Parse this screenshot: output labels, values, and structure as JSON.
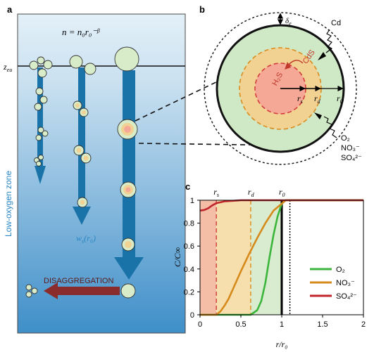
{
  "panel_a": {
    "label": "a",
    "equation": "n = n₀r₀⁻ᵝ",
    "z_label": "z",
    "z_sub": "eu",
    "zone_label": "Low-oxygen zone",
    "ws_label": "w",
    "ws_sub": "s",
    "ws_arg": "(r₀)",
    "disaggregation_label": "DISAGGREGATION",
    "colors": {
      "water_top": "#dcecf7",
      "water_bottom": "#3f8fc9",
      "arrow": "#1a73a8",
      "disagg_arrow": "#8b2c2c",
      "particle": "#d8ecc9",
      "zone_text": "#2a86c4"
    }
  },
  "panel_b": {
    "label": "b",
    "delta_label": "δ",
    "delta_sub": "e",
    "cd_label": "Cd",
    "cds_label": "CdS",
    "h2s_label": "H₂S",
    "rs_label": "r",
    "rs_sub": "s",
    "rd_label": "r",
    "rd_sub": "d",
    "r0_label": "r",
    "r0_sub": "0",
    "oxidants": [
      "O₂",
      "NO₃⁻",
      "SO₄²⁻"
    ],
    "colors": {
      "outer": "#cfe8c6",
      "middle": "#f2d292",
      "inner": "#f5a896",
      "cds": "#c0392b",
      "middle_dash": "#d98c1f",
      "inner_dash": "#d23b3b"
    }
  },
  "panel_c": {
    "label": "c",
    "chart_data": {
      "type": "line",
      "xlabel": "r/r₀",
      "ylabel": "C/C∞",
      "xlim": [
        0,
        2
      ],
      "ylim": [
        0,
        1
      ],
      "xticks": [
        "0",
        "0.5",
        "1",
        "1.5",
        "2"
      ],
      "yticks": [
        "0",
        "0.2",
        "0.4",
        "0.6",
        "0.8",
        "1"
      ],
      "xtick_values": [
        0,
        0.5,
        1,
        1.5,
        2
      ],
      "ytick_values": [
        0,
        0.2,
        0.4,
        0.6,
        0.8,
        1
      ],
      "top_labels": [
        {
          "text": "r",
          "sub": "s",
          "x": 0.2
        },
        {
          "text": "r",
          "sub": "d",
          "x": 0.62
        },
        {
          "text": "r",
          "sub": "0",
          "x": 1.0
        }
      ],
      "regions": [
        {
          "from": 0,
          "to": 0.2,
          "color": "#f3bda6"
        },
        {
          "from": 0.2,
          "to": 0.62,
          "color": "#f6dfad"
        },
        {
          "from": 0.62,
          "to": 1.0,
          "color": "#d9eccf"
        }
      ],
      "vlines": [
        {
          "x": 0.2,
          "style": "dashed",
          "color": "#d23b3b"
        },
        {
          "x": 0.62,
          "style": "dashed",
          "color": "#d98c1f"
        },
        {
          "x": 1.0,
          "style": "solid",
          "color": "#000000"
        },
        {
          "x": 1.1,
          "style": "dotted",
          "color": "#000000"
        }
      ],
      "legend_position": "lower-right",
      "series": [
        {
          "name": "O₂",
          "color": "#3cb53c",
          "x": [
            0,
            0.62,
            0.7,
            0.75,
            0.8,
            0.85,
            0.9,
            0.95,
            1.0,
            1.05,
            1.1,
            2.0
          ],
          "y": [
            0,
            0,
            0.04,
            0.12,
            0.28,
            0.5,
            0.7,
            0.86,
            0.97,
            1.0,
            1.0,
            1.0
          ]
        },
        {
          "name": "NO₃⁻",
          "color": "#d68a1c",
          "x": [
            0,
            0.2,
            0.25,
            0.3,
            0.35,
            0.4,
            0.5,
            0.6,
            0.7,
            0.8,
            0.9,
            1.0,
            1.05,
            2.0
          ],
          "y": [
            0,
            0,
            0.03,
            0.08,
            0.14,
            0.22,
            0.38,
            0.53,
            0.67,
            0.8,
            0.91,
            0.97,
            1.0,
            1.0
          ]
        },
        {
          "name": "SO₄²⁻",
          "color": "#c0262c",
          "x": [
            0,
            0.05,
            0.1,
            0.15,
            0.2,
            0.3,
            0.4,
            0.5,
            0.62,
            2.0
          ],
          "y": [
            0.91,
            0.915,
            0.93,
            0.955,
            0.975,
            0.99,
            0.995,
            1.0,
            1.0,
            1.0
          ]
        }
      ]
    }
  }
}
